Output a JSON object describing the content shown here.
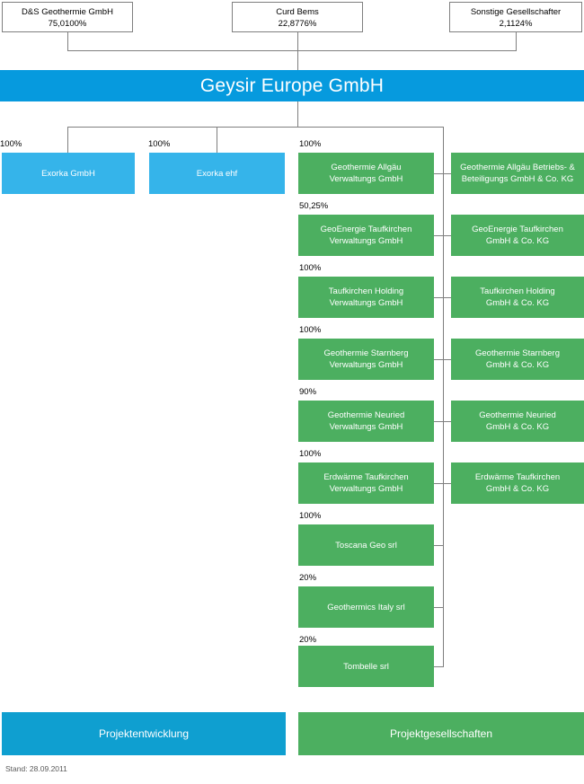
{
  "title": "Geysir Europe GmbH Beteiligungsstruktur",
  "colors": {
    "parent_bar": "#069ade",
    "blue_entity": "#35b4ea",
    "green_entity": "#4caf60",
    "legend_blue": "#0f9fd0",
    "legend_green": "#4caf60",
    "connector": "#7f7f7f",
    "box_border": "#7f7f7f",
    "text_dark": "#000000",
    "text_light": "#ffffff"
  },
  "shareholders": [
    {
      "name": "D&S Geothermie GmbH",
      "percent": "75,0100%"
    },
    {
      "name": "Curd Bems",
      "percent": "22,8776%"
    },
    {
      "name": "Sonstige Gesellschafter",
      "percent": "2,1124%"
    }
  ],
  "parent": {
    "name": "Geysir Europe GmbH"
  },
  "development_entities": [
    {
      "percent": "100%",
      "name": "Exorka GmbH"
    },
    {
      "percent": "100%",
      "name": "Exorka ehf"
    }
  ],
  "project_rows": [
    {
      "percent": "100%",
      "verwaltung": "Geothermie Allgäu\nVerwaltungs GmbH",
      "verwaltung_line1": "Geothermie Allgäu",
      "verwaltung_line2": "Verwaltungs GmbH",
      "kg_line1": "Geothermie Allgäu Betriebs- &",
      "kg_line2": "Beteiligungs GmbH & Co. KG"
    },
    {
      "percent": "50,25%",
      "verwaltung_line1": "GeoEnergie Taufkirchen",
      "verwaltung_line2": "Verwaltungs GmbH",
      "kg_line1": "GeoEnergie Taufkirchen",
      "kg_line2": "GmbH & Co. KG"
    },
    {
      "percent": "100%",
      "verwaltung_line1": "Taufkirchen Holding",
      "verwaltung_line2": "Verwaltungs GmbH",
      "kg_line1": "Taufkirchen Holding",
      "kg_line2": "GmbH & Co. KG"
    },
    {
      "percent": "100%",
      "verwaltung_line1": "Geothermie Starnberg",
      "verwaltung_line2": "Verwaltungs GmbH",
      "kg_line1": "Geothermie Starnberg",
      "kg_line2": "GmbH & Co. KG"
    },
    {
      "percent": "90%",
      "verwaltung_line1": "Geothermie Neuried",
      "verwaltung_line2": "Verwaltungs GmbH",
      "kg_line1": "Geothermie Neuried",
      "kg_line2": "GmbH & Co. KG"
    },
    {
      "percent": "100%",
      "verwaltung_line1": "Erdwärme Taufkirchen",
      "verwaltung_line2": "Verwaltungs GmbH",
      "kg_line1": "Erdwärme Taufkirchen",
      "kg_line2": "GmbH & Co. KG"
    },
    {
      "percent": "100%",
      "verwaltung_line1": "Toscana Geo srl",
      "verwaltung_line2": "",
      "kg_line1": "",
      "kg_line2": ""
    },
    {
      "percent": "20%",
      "verwaltung_line1": "Geothermics Italy srl",
      "verwaltung_line2": "",
      "kg_line1": "",
      "kg_line2": ""
    },
    {
      "percent": "20%",
      "verwaltung_line1": "Tombelle srl",
      "verwaltung_line2": "",
      "kg_line1": "",
      "kg_line2": ""
    }
  ],
  "legend": {
    "development": "Projektentwicklung",
    "project_companies": "Projektgesellschaften"
  },
  "footer": {
    "status": "Stand: 28.09.2011"
  }
}
